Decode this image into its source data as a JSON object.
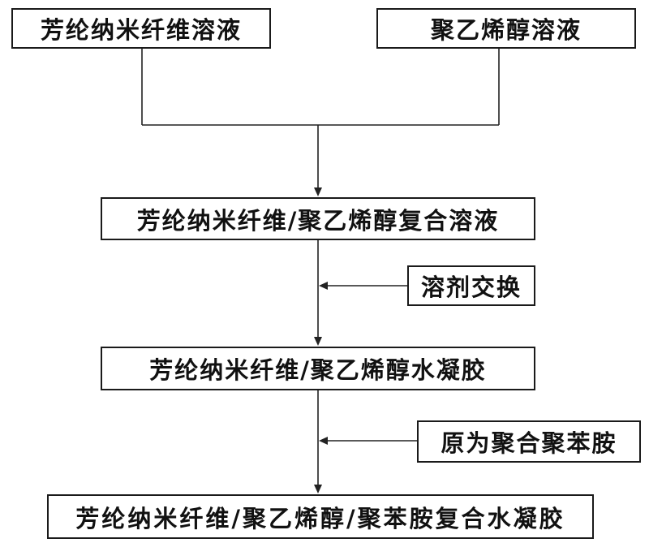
{
  "inputs": {
    "aramid_solution": "芳纶纳米纤维溶液",
    "pva_solution": "聚乙烯醇溶液"
  },
  "steps": {
    "composite_solution": "芳纶纳米纤维/聚乙烯醇复合溶液",
    "solvent_exchange": "溶剂交换",
    "hydrogel": "芳纶纳米纤维/聚乙烯醇水凝胶",
    "in_situ_polymerization": "原为聚合聚苯胺",
    "final_hydrogel": "芳纶纳米纤维/聚乙烯醇/聚苯胺复合水凝胶"
  }
}
